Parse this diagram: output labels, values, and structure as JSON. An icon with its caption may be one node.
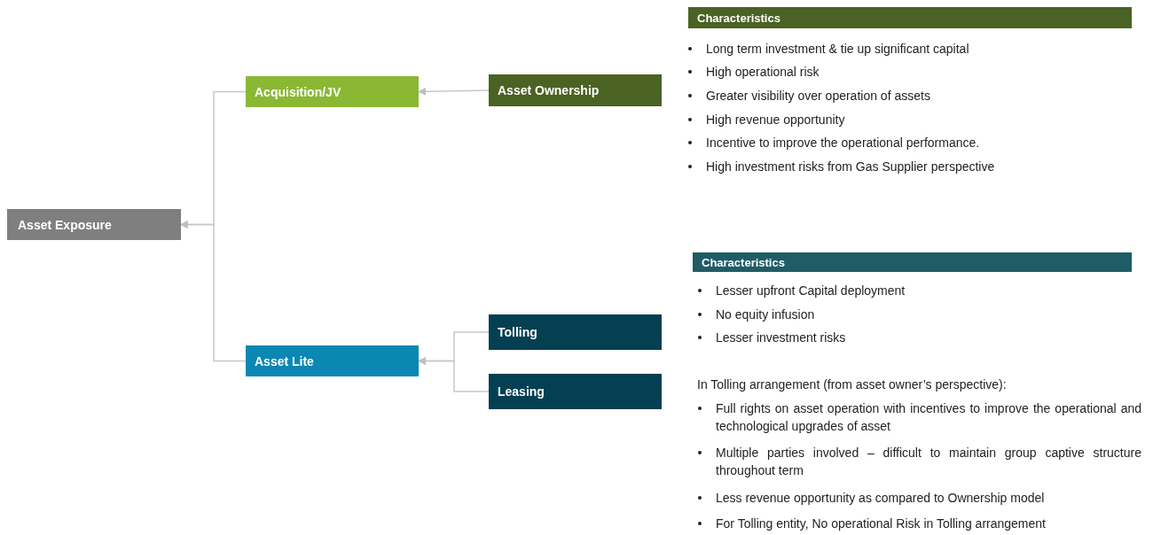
{
  "diagram": {
    "nodes": [
      {
        "text": [
          "Asset Exposure"
        ]
      },
      {
        "text": [
          "Acquisition/JV"
        ]
      },
      {
        "text": [
          "Asset Ownership"
        ]
      },
      {
        "text": [
          "Asset Lite"
        ]
      },
      {
        "text": [
          "Tolling"
        ]
      },
      {
        "text": [
          "Leasing"
        ]
      },
      {
        "text": [
          "Characteristics"
        ]
      },
      {
        "text": [
          "Characteristics"
        ]
      }
    ],
    "edges": [
      {
        "from": 1,
        "to": 0,
        "arrow": "to"
      },
      {
        "from": 3,
        "to": 0,
        "arrow": "to"
      },
      {
        "from": 2,
        "to": 1,
        "arrow": "to"
      },
      {
        "from": 4,
        "to": 3,
        "arrow": "to"
      },
      {
        "from": 5,
        "to": 3,
        "arrow": "to"
      }
    ],
    "labels": [
      "Long term investment & tie up significant capital",
      "High operational risk",
      "Greater visibility over operation of assets",
      "High revenue opportunity",
      "Incentive to improve the operational performance.",
      "High investment risks from Gas Supplier perspective",
      "Lesser upfront Capital deployment",
      "No equity infusion",
      "Lesser investment risks",
      "In Tolling arrangement (from asset owner’s perspective):",
      "Full rights on asset operation with incentives to improve the operational and technological upgrades of asset",
      "Multiple parties involved – difficult to maintain group captive structure throughout term",
      "Less revenue opportunity as compared to Ownership model",
      "For Tolling entity, No operational Risk in Tolling arrangement"
    ]
  }
}
